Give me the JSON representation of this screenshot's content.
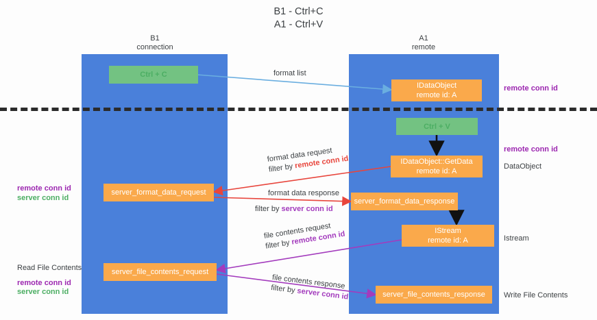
{
  "title": {
    "line1": "B1 - Ctrl+C",
    "line2": "A1 - Ctrl+V"
  },
  "columns": [
    {
      "name": "B1",
      "role": "connection"
    },
    {
      "name": "A1",
      "role": "remote"
    }
  ],
  "colors": {
    "lane": "#4a80da",
    "green_box": "#73c282",
    "orange_box": "#faa94b",
    "divider": "#2b2b2b",
    "remote_conn_id_purple": "#9c27b0",
    "server_conn_id_green": "#4cae63",
    "format_arrow_red": "#e8453c",
    "file_arrow_magenta": "#a33bbd",
    "format_list_arrow_blue": "#6aaee0",
    "black_arrow": "#111111"
  },
  "boxes": {
    "ctrl_c": {
      "line1": "Ctrl + C"
    },
    "idataobject": {
      "line1": "IDataObject",
      "line2": "remote id: A"
    },
    "ctrl_v": {
      "line1": "Ctrl + V"
    },
    "getdata": {
      "line1": "IDataObject::GetData",
      "line2": "remote id: A"
    },
    "server_format_data_request": {
      "line1": "server_format_data_request"
    },
    "server_format_data_response": {
      "line1": "server_format_data_response"
    },
    "istream": {
      "line1": "IStream",
      "line2": "remote id: A"
    },
    "server_file_contents_request": {
      "line1": "server_file_contents_request"
    },
    "server_file_contents_response": {
      "line1": "server_file_contents_response"
    }
  },
  "edge_labels": {
    "format_list": "format list",
    "format_data_request": "format data request",
    "format_data_request_filter_prefix": "filter by ",
    "format_data_request_filter_key": "remote conn id",
    "format_data_response": "format data response",
    "format_data_response_filter_prefix": "filter by ",
    "format_data_response_filter_key": "server conn id",
    "file_contents_request": "file contents request",
    "file_contents_request_filter_prefix": "filter by ",
    "file_contents_request_filter_key": "remote conn id",
    "file_contents_response": "file contents response",
    "file_contents_response_filter_prefix": "filter by ",
    "file_contents_response_filter_key": "server conn id"
  },
  "annotations": {
    "right_remote_conn_id_top": "remote conn id",
    "right_remote_conn_id_mid": "remote conn id",
    "right_dataobject": "DataObject",
    "right_istream": "Istream",
    "right_write_file_contents": "Write File Contents",
    "left_remote_conn_id_mid": "remote conn id",
    "left_server_conn_id_mid": "server conn id",
    "left_read_file_contents": "Read File Contents",
    "left_remote_conn_id_bottom": "remote conn id",
    "left_server_conn_id_bottom": "server conn id"
  }
}
